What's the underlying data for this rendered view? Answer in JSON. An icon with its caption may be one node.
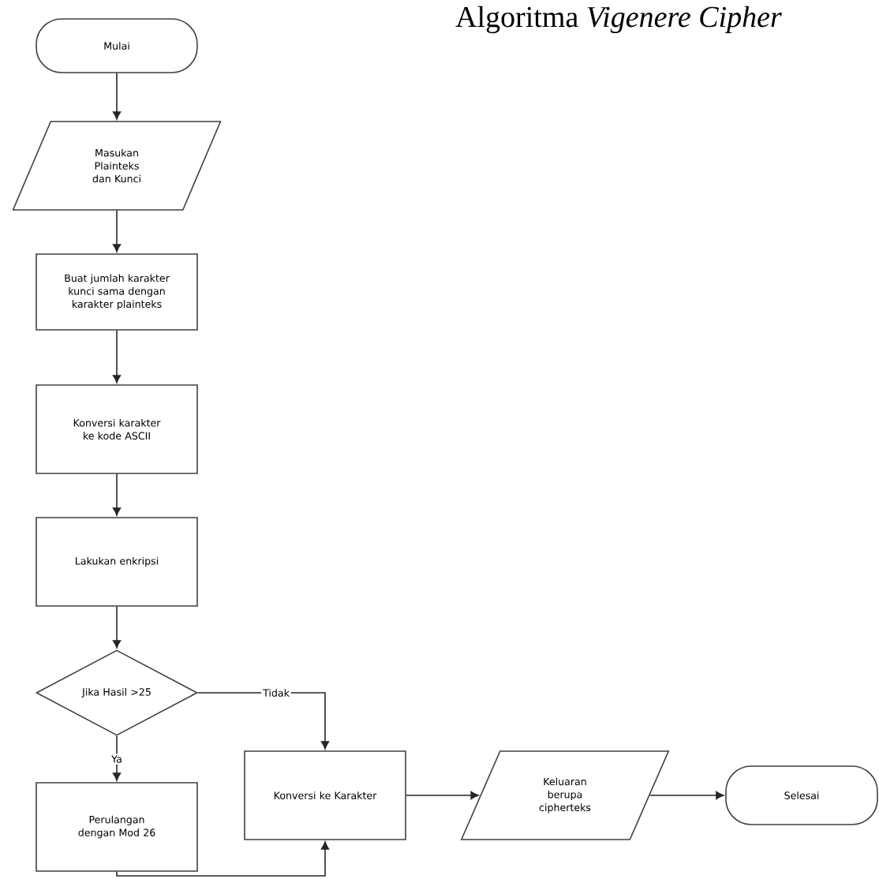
{
  "diagram": {
    "title": "Algoritma *Vigenere Cipher*",
    "nodes": [
      {
        "text": [
          "Mulai"
        ]
      },
      {
        "text": [
          "Masukan Plainteks dan Kunci"
        ]
      },
      {
        "text": [
          "Buat jumlah karakter kunci sama dengan karakter plainteks"
        ]
      },
      {
        "text": [
          "Konversi karakter ke kode ASCII"
        ]
      },
      {
        "text": [
          "Lakukan enkripsi"
        ]
      },
      {
        "text": [
          "Jika Hasil >25"
        ]
      },
      {
        "text": [
          "Perulangan dengan Mod 26"
        ]
      },
      {
        "text": [
          "Konversi ke Karakter"
        ]
      },
      {
        "text": [
          "Keluaran berupa cipherteks"
        ]
      },
      {
        "text": [
          "Selesai"
        ]
      }
    ],
    "edges": [
      {
        "from": 0,
        "to": 1,
        "arrow": "to"
      },
      {
        "from": 1,
        "to": 2,
        "arrow": "to"
      },
      {
        "from": 2,
        "to": 3,
        "arrow": "to"
      },
      {
        "from": 3,
        "to": 4,
        "arrow": "to"
      },
      {
        "from": 4,
        "to": 5,
        "arrow": "to"
      },
      {
        "from": 5,
        "to": 7,
        "arrow": "to",
        "label": "Tidak"
      },
      {
        "from": 5,
        "to": 6,
        "arrow": "to",
        "label": "Ya"
      },
      {
        "from": 6,
        "to": 7,
        "arrow": "to"
      },
      {
        "from": 7,
        "to": 8,
        "arrow": "to"
      },
      {
        "from": 8,
        "to": 9,
        "arrow": "to"
      }
    ]
  }
}
